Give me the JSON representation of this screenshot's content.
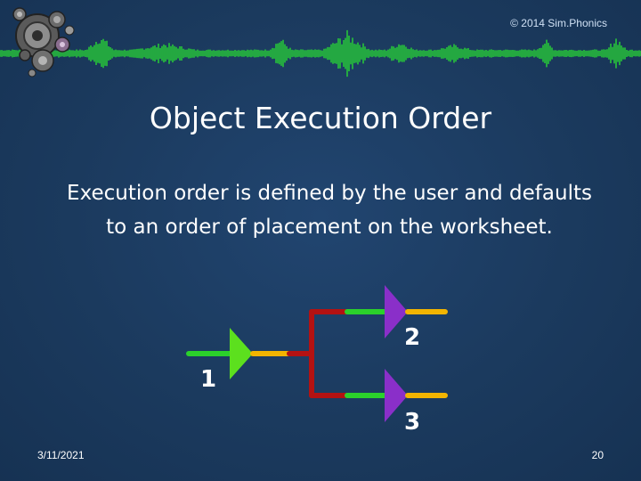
{
  "header": {
    "copyright": "© 2014 Sim.Phonics"
  },
  "slide": {
    "title": "Object Execution Order",
    "body": "Execution order is defined by the user and defaults to an order of placement on the worksheet."
  },
  "diagram": {
    "node_labels": [
      "1",
      "2",
      "3"
    ]
  },
  "footer": {
    "date": "3/11/2021",
    "page_number": "20"
  },
  "colors": {
    "background": "#1b3a5e",
    "waveform": "#27c43a",
    "input_wire": "#2bd12b",
    "output_wire": "#f2b400",
    "connector_wire": "#b31212",
    "object_1": "#5ce01e",
    "object_2_3": "#8a2fc9"
  }
}
